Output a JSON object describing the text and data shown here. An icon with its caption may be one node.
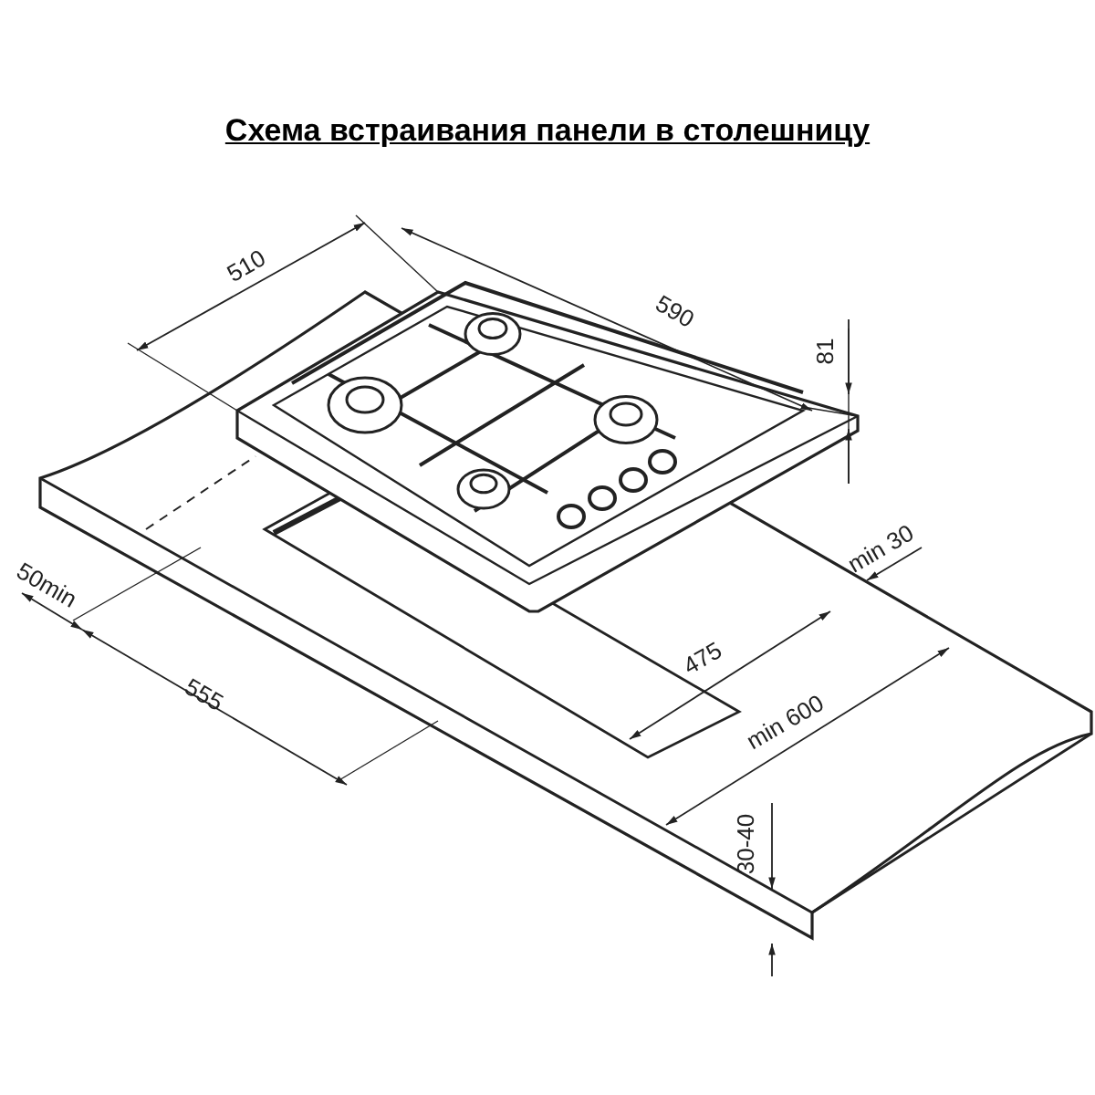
{
  "diagram": {
    "title": "Схема встраивания панели в столешницу",
    "labels": [
      "510",
      "590",
      "81",
      "min 30",
      "50min",
      "555",
      "475",
      "min 600",
      "30-40"
    ]
  }
}
